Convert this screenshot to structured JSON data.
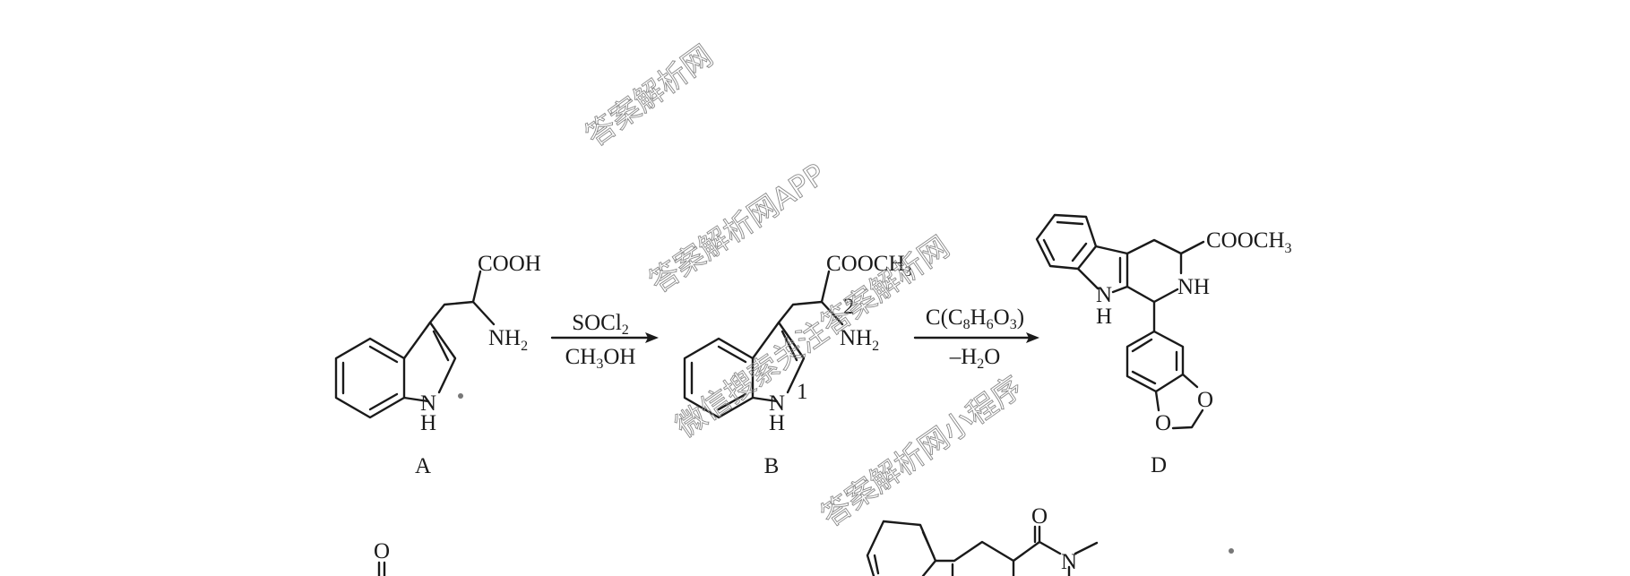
{
  "compounds": {
    "A": {
      "label": "A",
      "carboxyl": "COOH",
      "amine": [
        "NH",
        "2"
      ],
      "n": "N",
      "h": "H"
    },
    "B": {
      "label": "B",
      "ester": [
        "COOCH",
        "3"
      ],
      "amine": [
        "NH",
        "2"
      ],
      "n": "N",
      "h": "H",
      "pos1": "1",
      "pos2": "2"
    },
    "D": {
      "label": "D",
      "ester": [
        "COOCH",
        "3"
      ],
      "nh": "NH",
      "n": "N",
      "h": "H",
      "o1": "O",
      "o2": "O"
    },
    "E": {
      "o": "O",
      "n": "N"
    },
    "F": {
      "o": "O"
    }
  },
  "reactions": {
    "step1": {
      "reagent": [
        "SOCl",
        "2"
      ],
      "solvent": [
        "CH",
        "3",
        "OH"
      ]
    },
    "step2": {
      "reagent": [
        "C(C",
        "8",
        "H",
        "6",
        "O",
        "3",
        ")"
      ],
      "condition": [
        "–H",
        "2",
        "O"
      ]
    }
  },
  "watermarks": [
    "答案解析网",
    "答案解析网APP",
    "微信搜索关注答案解析网",
    "答案解析网小程序"
  ]
}
